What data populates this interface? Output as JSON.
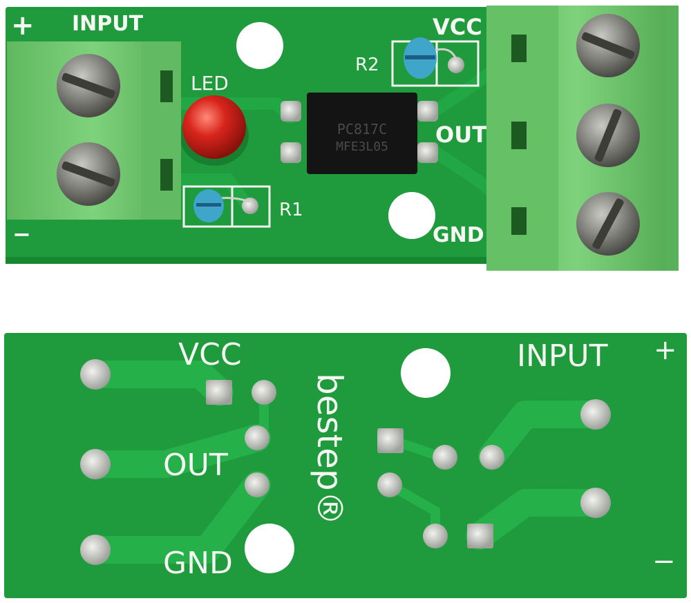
{
  "colors": {
    "background": "#ffffff",
    "pcb": "#1f9a3c",
    "pcb_edge": "#168a33",
    "trace": "#1aa544",
    "silkscreen": "#f4f7f2",
    "terminal": "#6fc86e",
    "terminal_dark": "#4aa24c",
    "screw": "#8a8a86",
    "led": "#d22a22",
    "chip": "#141414",
    "pad": "#c8cbc6",
    "resistor": "#3fa5c9"
  },
  "front": {
    "plus_sign": "+",
    "minus_sign": "−",
    "input_label": "INPUT",
    "led_label": "LED",
    "r1_label": "R1",
    "r2_label": "R2",
    "vcc_label": "VCC",
    "out_label": "OUT",
    "gnd_label": "GND",
    "chip_line1": "PC817C",
    "chip_line2": "MFE3L05"
  },
  "back": {
    "vcc_label": "VCC",
    "out_label": "OUT",
    "gnd_label": "GND",
    "input_label": "INPUT",
    "plus_sign": "+",
    "minus_sign": "−",
    "brand": "bestep®"
  }
}
